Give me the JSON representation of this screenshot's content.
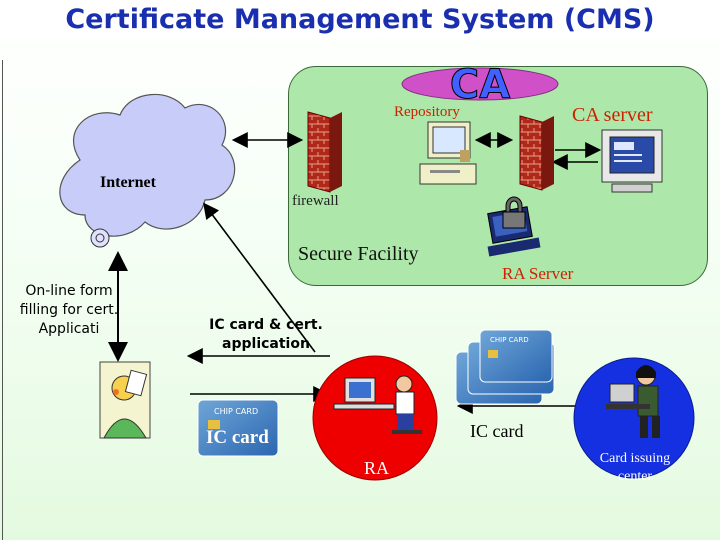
{
  "title": "Certificate Management System (CMS)",
  "nodes": {
    "ca_logo": "CA",
    "repository": "Repository",
    "ca_server": "CA server",
    "firewall": "firewall",
    "secure_facility": "Secure Facility",
    "ra_server": "RA Server",
    "internet": "Internet",
    "online_form": "On-line form filling for cert. Applicati",
    "ic_cert_app": "IC card & cert. application",
    "ic_card_left": "IC card",
    "ic_card_right": "IC card",
    "ra": "RA",
    "card_issuing_center": "Card issuing center",
    "chip_card_text": "CHIP CARD"
  },
  "colors": {
    "title": "#1a2fb0",
    "secure_box": "#aee7aa",
    "ra_circle": "#ee0000",
    "card_center_circle": "#1530e0",
    "cloud": "#c8ccf8",
    "label_red": "#cc2200"
  }
}
